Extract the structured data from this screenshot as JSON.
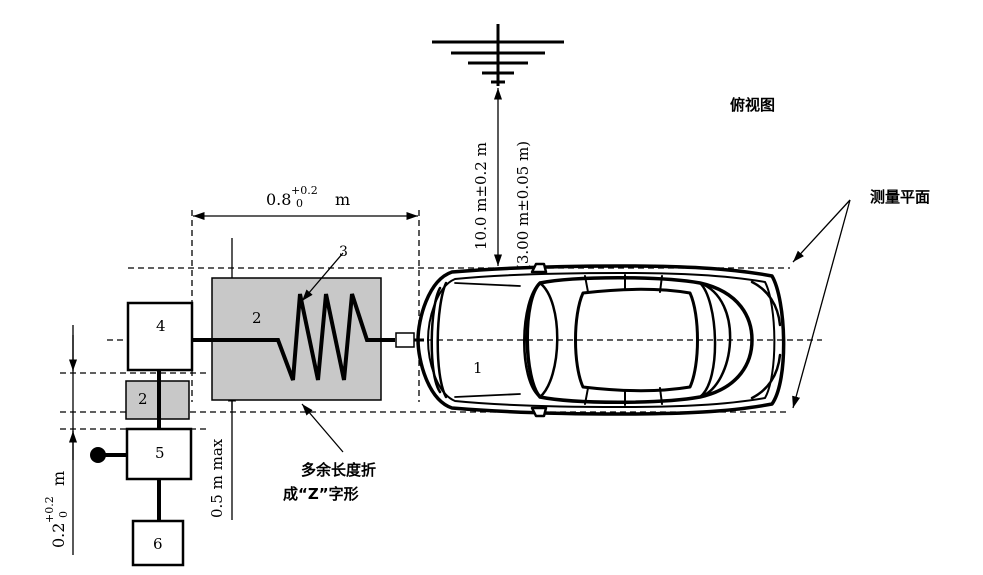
{
  "labels": {
    "view_title": "俯视图",
    "measurement_plane": "测量平面",
    "zigzag_note_line1": "多余长度折",
    "zigzag_note_line2": "成“Z”字形",
    "dim_horizontal_base": "0.8",
    "dim_horizontal_sup": "+0.2",
    "dim_horizontal_sub": "0",
    "dim_horizontal_unit": "m",
    "dim_antenna_distance": "10.0  m±0.2 m",
    "dim_antenna_distance_alt": "(3.00  m±0.05 m)",
    "dim_max_height": "0.5  m max",
    "dim_left_base": "0.2",
    "dim_left_sup": "+0.2",
    "dim_left_sub": "0",
    "dim_left_unit": "m"
  },
  "components": {
    "vehicle": "1",
    "ground_block_large": "2",
    "ground_block_small": "2",
    "cable_zigzag": "3",
    "box_upper": "4",
    "box_middle": "5",
    "box_lower": "6"
  },
  "colors": {
    "line": "#000000",
    "block_fill": "#c8c8c8",
    "background": "#ffffff"
  }
}
